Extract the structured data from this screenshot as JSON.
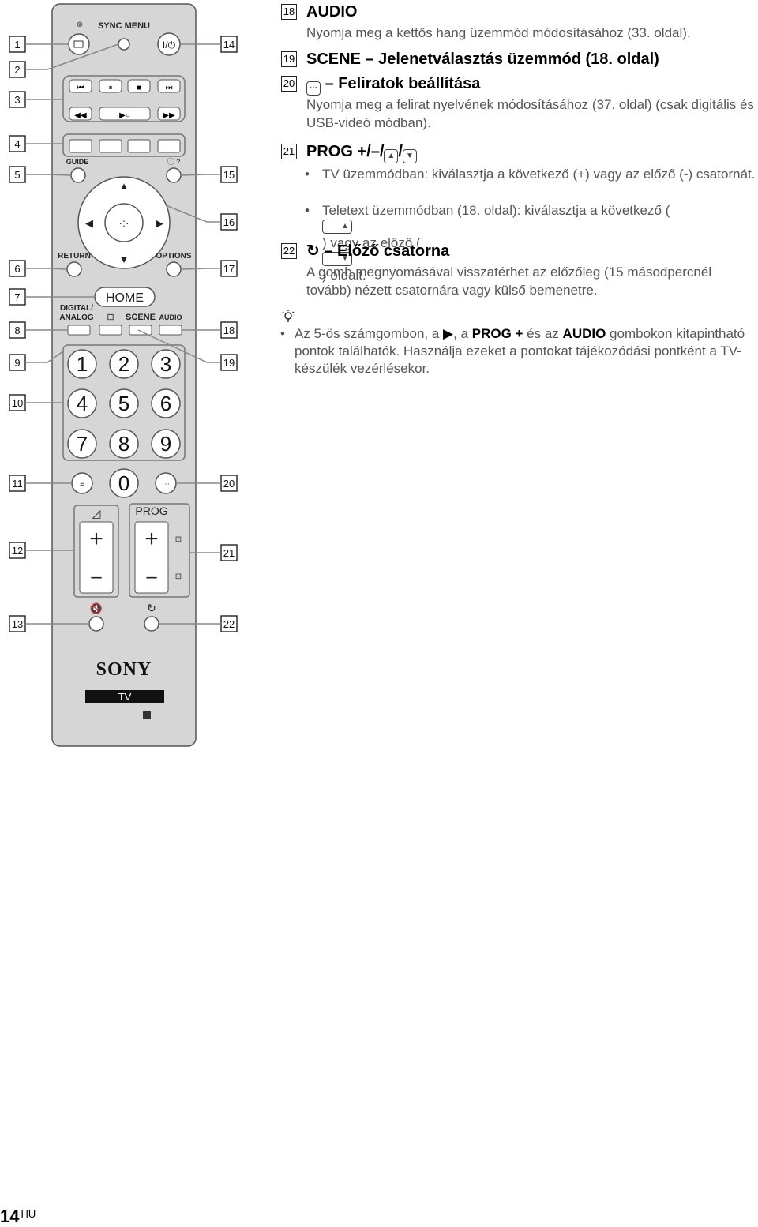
{
  "remote": {
    "labels": {
      "sync_menu": "SYNC MENU",
      "guide": "GUIDE",
      "return": "RETURN",
      "options": "OPTIONS",
      "home": "HOME",
      "digital": "DIGITAL/",
      "analog": "ANALOG",
      "scene": "SCENE",
      "audio": "AUDIO",
      "prog": "PROG",
      "brand": "SONY",
      "tv": "TV",
      "power": "I/⏻",
      "plus": "+",
      "minus": "–"
    },
    "digits": [
      "1",
      "2",
      "3",
      "4",
      "5",
      "6",
      "7",
      "8",
      "9",
      "0"
    ],
    "callouts_left": [
      "1",
      "2",
      "3",
      "4",
      "5",
      "6",
      "7",
      "8",
      "9",
      "10",
      "11",
      "12",
      "13"
    ],
    "callouts_right": [
      "14",
      "15",
      "16",
      "17",
      "18",
      "19",
      "20",
      "21",
      "22"
    ],
    "colors": {
      "body": "#d6d6d6",
      "outline": "#555555",
      "leader": "#888888"
    }
  },
  "items": [
    {
      "num": "18",
      "head": "AUDIO",
      "body": "Nyomja meg a kettős hang üzemmód módosításához (33. oldal)."
    },
    {
      "num": "19",
      "head": "SCENE – Jelenetválasztás üzemmód (18. oldal)"
    },
    {
      "num": "20",
      "head": "– Feliratok beállítása",
      "body": "Nyomja meg a felirat nyelvének módosításához (37. oldal) (csak digitális és USB-videó módban)."
    },
    {
      "num": "21",
      "head_a": "PROG +/–/",
      "head_b": "/",
      "bullet1": "TV üzemmódban: kiválasztja a következő (+) vagy az előző (-) csatornát.",
      "bullet2_a": "Teletext üzemmódban (18. oldal): kiválasztja a következő (",
      "bullet2_b": ") vagy az előző (",
      "bullet2_c": ") oldalt."
    },
    {
      "num": "22",
      "head": "– Előző csatorna",
      "body": "A gomb megnyomásával visszatérhet az előzőleg (15 másodpercnél tovább) nézett csatornára vagy külső bemenetre."
    }
  ],
  "tip": {
    "a": "Az 5-ös számgombon, a ",
    "b": ", a ",
    "c": "PROG +",
    "d": " és az ",
    "e": "AUDIO",
    "f": " gombokon kitapintható pontok találhatók. Használja ezeket a pontokat tájékozódási pontként a TV-készülék vezérlésekor."
  },
  "footer": {
    "page": "14",
    "lang": "HU"
  }
}
